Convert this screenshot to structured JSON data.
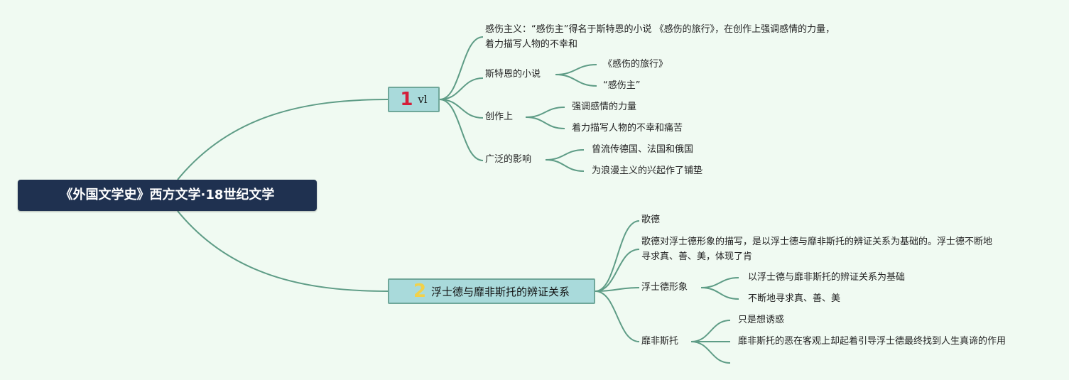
{
  "colors": {
    "background": "#f0faf2",
    "root_fill": "#1f3150",
    "branch_fill": "#a9dadb",
    "branch_border": "#6fa79a",
    "edge": "#5e9c86",
    "marker_1": "#d41f3a",
    "marker_2": "#f2d14a"
  },
  "root": {
    "title": "《外国文学史》西方文学·18世纪文学"
  },
  "branch1": {
    "marker": "1",
    "label": "vl",
    "items": [
      {
        "text": "感伤主义：“感伤主”得名于斯特恩的小说 《感伤的旅行》，在创作上强调感情的力量，着力描写人物的不幸和"
      },
      {
        "text": "斯特恩的小说",
        "children": [
          "《感伤的旅行》",
          "“感伤主”"
        ]
      },
      {
        "text": "创作上",
        "children": [
          "强调感情的力量",
          "着力描写人物的不幸和痛苦"
        ]
      },
      {
        "text": "广泛的影响",
        "children": [
          "曾流传德国、法国和俄国",
          "为浪漫主义的兴起作了铺垫"
        ]
      }
    ]
  },
  "branch2": {
    "marker": "2",
    "label": "浮士德与靡非斯托的辨证关系",
    "items": [
      {
        "text": "歌德"
      },
      {
        "text": "歌德对浮士德形象的描写，是以浮士德与靡非斯托的辨证关系为基础的。浮士德不断地寻求真、善、美，体现了肯"
      },
      {
        "text": "浮士德形象",
        "children": [
          "以浮士德与靡非斯托的辨证关系为基础",
          "不断地寻求真、善、美"
        ]
      },
      {
        "text": "靡非斯托",
        "children": [
          "只是想诱惑",
          "靡非斯托的恶在客观上却起着引导浮士德最终找到人生真谛的作用",
          ""
        ]
      }
    ]
  }
}
